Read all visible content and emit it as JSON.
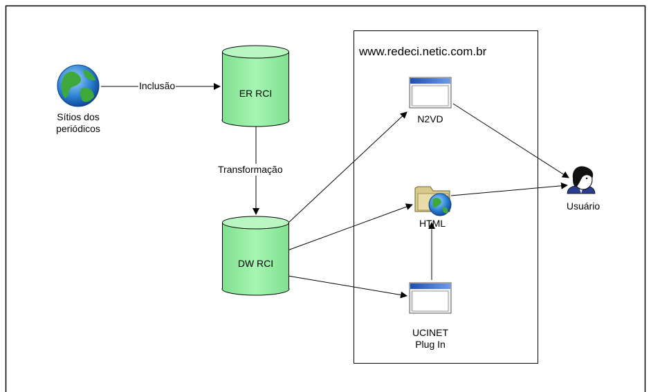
{
  "diagram": {
    "site_box": {
      "title": "www.redeci.netic.com.br"
    },
    "nodes": {
      "sources": {
        "label_line1": "Sítios dos",
        "label_line2": "periódicos",
        "icon": "globe-icon"
      },
      "er_rci": {
        "label": "ER RCI"
      },
      "dw_rci": {
        "label": "DW RCI"
      },
      "n2vd": {
        "label": "N2VD",
        "icon": "window-icon"
      },
      "html": {
        "label": "HTML",
        "icon": "folder-globe-icon"
      },
      "ucinet": {
        "label_line1": "UCINET",
        "label_line2": "Plug In",
        "icon": "window-icon"
      },
      "user": {
        "label": "Usuário",
        "icon": "user-icon"
      }
    },
    "edges": {
      "inclusion": {
        "label": "Inclusão"
      },
      "transformation": {
        "label": "Transformação"
      }
    },
    "colors": {
      "cylinder_fill": "#99f2a8",
      "cylinder_top": "#b8f7c2",
      "stroke": "#000000"
    }
  }
}
